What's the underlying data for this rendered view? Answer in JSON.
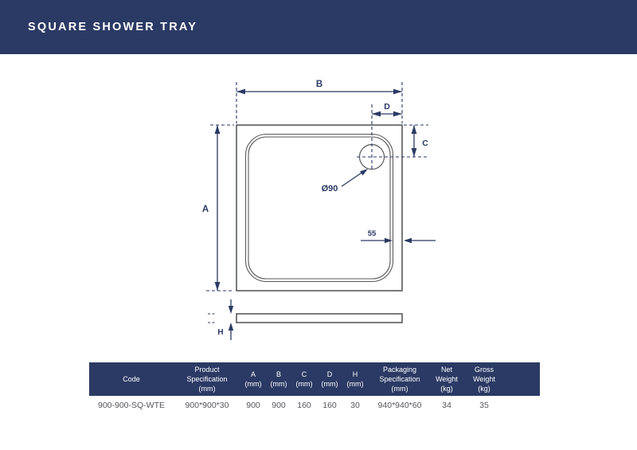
{
  "header": {
    "title": "SQUARE SHOWER TRAY"
  },
  "diagram": {
    "labels": {
      "width_top": "B",
      "depth_left": "A",
      "drain_offset_top": "D",
      "drain_offset_side": "C",
      "tray_height": "H",
      "drain_diameter": "Ø90",
      "edge_distance": "55"
    }
  },
  "table": {
    "columns": [
      {
        "label": "Code"
      },
      {
        "label": "Product\nSpecification\n(mm)"
      },
      {
        "label": "A\n(mm)"
      },
      {
        "label": "B\n(mm)"
      },
      {
        "label": "C\n(mm)"
      },
      {
        "label": "D\n(mm)"
      },
      {
        "label": "H\n(mm)"
      },
      {
        "label": "Packaging\nSpecification\n(mm)"
      },
      {
        "label": "Net\nWeight\n(kg)"
      },
      {
        "label": "Gross\nWeight\n(kg)"
      }
    ],
    "row": {
      "code": "900-900-SQ-WTE",
      "product_spec": "900*900*30",
      "a": "900",
      "b": "900",
      "c": "160",
      "d": "160",
      "h": "30",
      "packaging_spec": "940*940*60",
      "net_weight": "34",
      "gross_weight": "35"
    }
  },
  "colors": {
    "navy": "#2b3a64",
    "outline_gray": "#58595b",
    "row_text": "#55565a"
  }
}
